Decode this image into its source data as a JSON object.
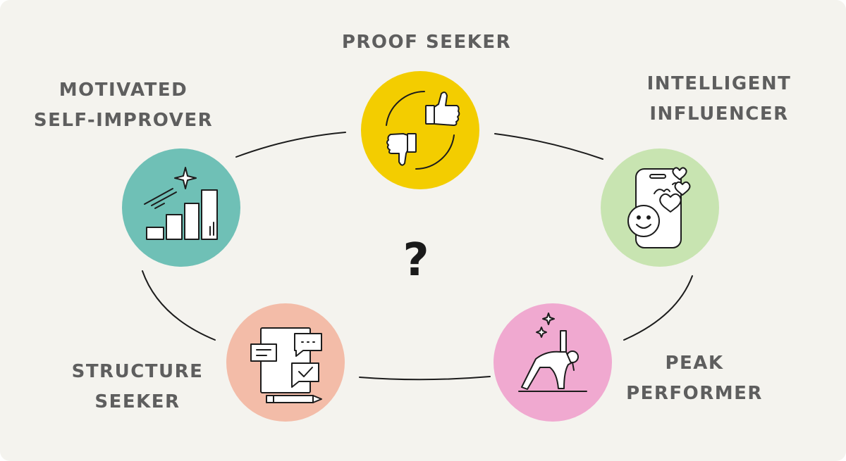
{
  "diagram": {
    "center_symbol": "?",
    "personas": [
      {
        "id": "proof-seeker",
        "lines": [
          "PROOF SEEKER"
        ],
        "color": "#f3cd00",
        "icon": "thumbs-up-down-cycle-icon"
      },
      {
        "id": "intelligent-influencer",
        "lines": [
          "INTELLIGENT",
          "INFLUENCER"
        ],
        "color": "#c8e4b1",
        "icon": "phone-hearts-smiley-icon"
      },
      {
        "id": "peak-performer",
        "lines": [
          "PEAK",
          "PERFORMER"
        ],
        "color": "#f0a9d0",
        "icon": "yoga-pose-icon"
      },
      {
        "id": "structure-seeker",
        "lines": [
          "STRUCTURE",
          "SEEKER"
        ],
        "color": "#f3bca8",
        "icon": "document-checklist-icon"
      },
      {
        "id": "motivated-self-improver",
        "lines": [
          "MOTIVATED",
          "SELF-IMPROVER"
        ],
        "color": "#6fc0b6",
        "icon": "growth-chart-icon"
      }
    ]
  }
}
